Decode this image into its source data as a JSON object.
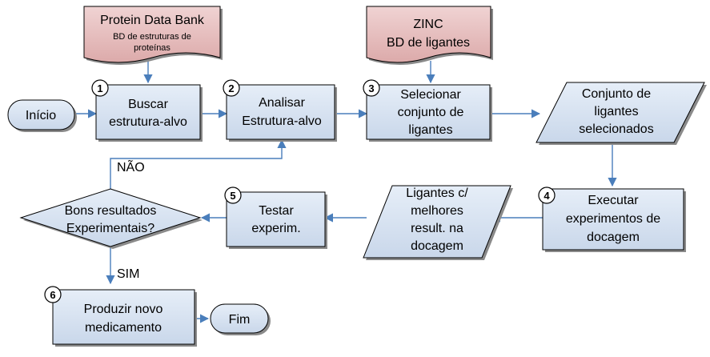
{
  "colors": {
    "process_fill": "#d9e4f2",
    "database_fill": "#e8bfbf",
    "arrow": "#4a7ebb",
    "outline": "#000000"
  },
  "databases": {
    "pdb": {
      "title": "Protein Data Bank",
      "subtitle_1": "BD de estruturas de",
      "subtitle_2": "proteínas"
    },
    "zinc": {
      "line_1": "ZINC",
      "line_2": "BD de ligantes"
    }
  },
  "steps": {
    "start": "Início",
    "s1": {
      "number": "1",
      "line_1": "Buscar",
      "line_2": "estrutura-alvo"
    },
    "s2": {
      "number": "2",
      "line_1": "Analisar",
      "line_2": "Estrutura-alvo"
    },
    "s3": {
      "number": "3",
      "line_1": "Selecionar",
      "line_2": "conjunto de",
      "line_3": "ligantes"
    },
    "selected": {
      "line_1": "Conjunto de",
      "line_2": "ligantes",
      "line_3": "selecionados"
    },
    "s4": {
      "number": "4",
      "line_1": "Executar",
      "line_2": "experimentos de",
      "line_3": "docagem"
    },
    "best": {
      "line_1": "Ligantes c/",
      "line_2": "melhores",
      "line_3": "result. na",
      "line_4": "docagem"
    },
    "s5": {
      "number": "5",
      "line_1": "Testar",
      "line_2": "experim."
    },
    "decision": {
      "line_1": "Bons resultados",
      "line_2": "Experimentais?"
    },
    "s6": {
      "number": "6",
      "line_1": "Produzir novo",
      "line_2": "medicamento"
    },
    "end": "Fim"
  },
  "edge_labels": {
    "no": "NÃO",
    "yes": "SIM"
  }
}
